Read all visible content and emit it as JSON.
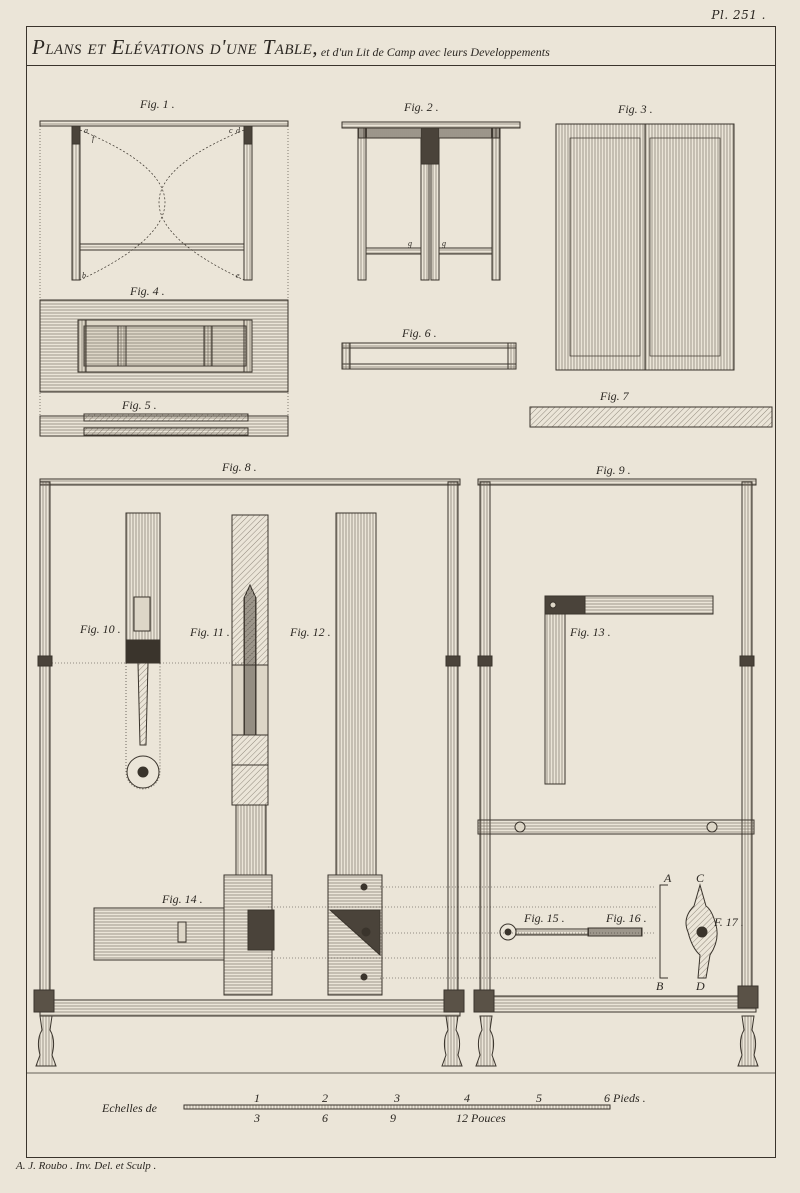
{
  "plate": {
    "number": "Pl. 251 ."
  },
  "title": {
    "main": "Plans et Elévations d'une Table,",
    "sub": "et d'un Lit de Camp avec leurs Developpements"
  },
  "figures": {
    "f1": "Fig. 1 .",
    "f2": "Fig. 2 .",
    "f3": "Fig. 3 .",
    "f4": "Fig. 4 .",
    "f5": "Fig. 5 .",
    "f6": "Fig. 6 .",
    "f7": "Fig. 7",
    "f8": "Fig. 8 .",
    "f9": "Fig. 9 .",
    "f10": "Fig. 10 .",
    "f11": "Fig. 11 .",
    "f12": "Fig. 12 .",
    "f13": "Fig. 13 .",
    "f14": "Fig. 14 .",
    "f15": "Fig. 15 .",
    "f16": "Fig. 16 .",
    "f17": "F. 17 ."
  },
  "letters": {
    "a": "a",
    "f": "f",
    "c": "c",
    "d": "d",
    "b": "b",
    "e": "e",
    "g": "g",
    "A": "A",
    "B": "B",
    "C": "C",
    "D": "D"
  },
  "scale": {
    "label": "Echelles de",
    "feet_ticks": [
      "1",
      "2",
      "3",
      "4",
      "5",
      "6 Pieds ."
    ],
    "inch_ticks": [
      "3",
      "6",
      "9",
      "12 Pouces"
    ]
  },
  "credit": "A. J. Roubo . Inv. Del. et Sculp ."
}
